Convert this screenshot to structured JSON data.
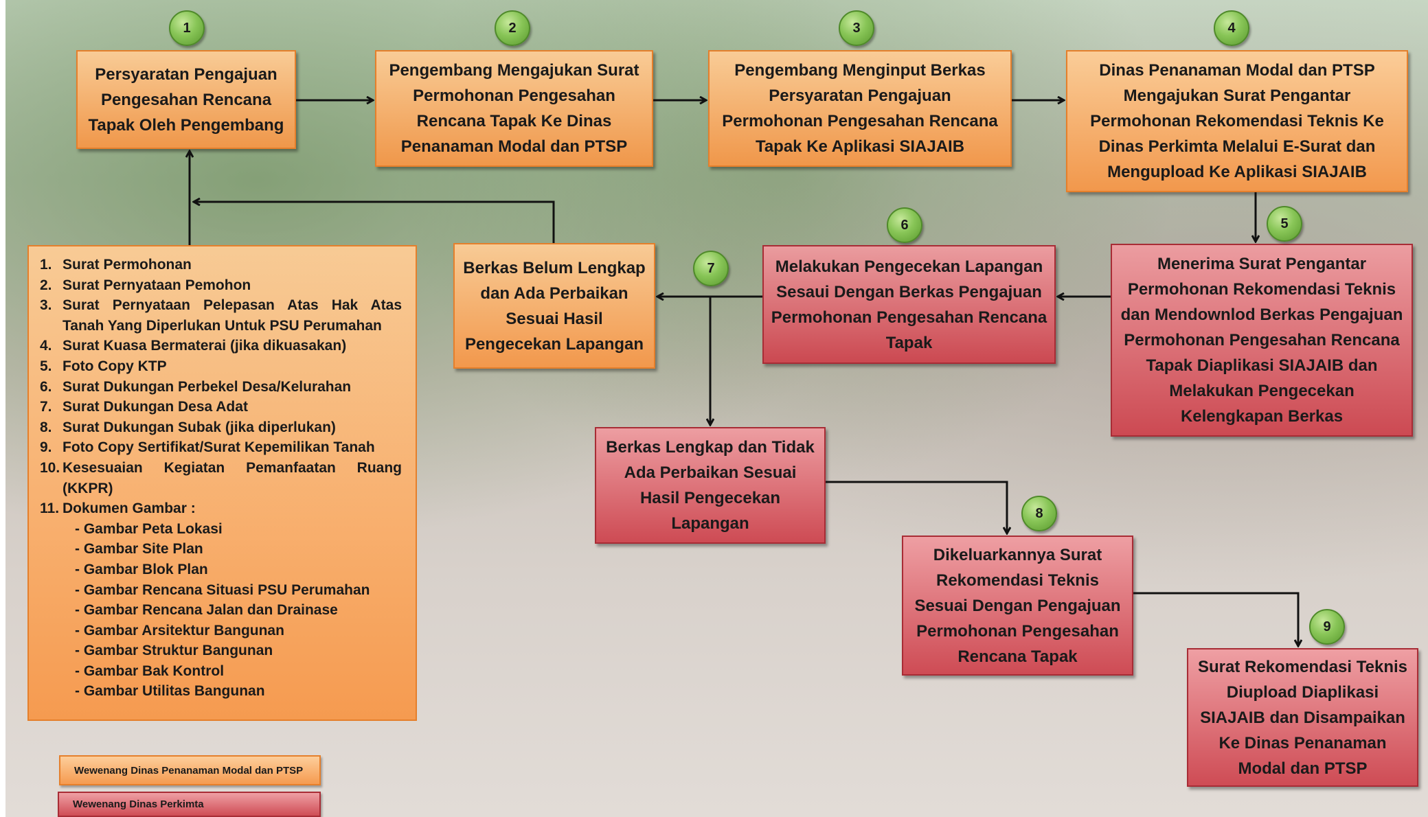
{
  "steps": [
    {
      "number": "1",
      "text": "Persyaratan Pengajuan Pengesahan Rencana Tapak Oleh Pengembang"
    },
    {
      "number": "2",
      "text": "Pengembang Mengajukan Surat Permohonan Pengesahan Rencana Tapak Ke Dinas Penanaman Modal dan PTSP"
    },
    {
      "number": "3",
      "text": "Pengembang Menginput Berkas Persyaratan Pengajuan Permohonan Pengesahan Rencana Tapak Ke Aplikasi SIAJAIB"
    },
    {
      "number": "4",
      "text": "Dinas Penanaman Modal dan PTSP Mengajukan Surat Pengantar Permohonan Rekomendasi Teknis Ke Dinas Perkimta Melalui E-Surat dan Mengupload Ke Aplikasi SIAJAIB"
    },
    {
      "number": "5",
      "text": "Menerima Surat Pengantar Permohonan Rekomendasi Teknis dan Mendownlod Berkas Pengajuan Permohonan Pengesahan Rencana Tapak Diaplikasi SIAJAIB dan Melakukan Pengecekan Kelengkapan Berkas"
    },
    {
      "number": "6",
      "text": "Melakukan Pengecekan Lapangan Sesaui Dengan Berkas Pengajuan Permohonan Pengesahan Rencana Tapak"
    },
    {
      "number": "7",
      "text": ""
    },
    {
      "number": "8",
      "text": "Dikeluarkannya Surat Rekomendasi Teknis Sesuai Dengan Pengajuan Permohonan Pengesahan Rencana Tapak"
    },
    {
      "number": "9",
      "text": "Surat Rekomendasi Teknis Diupload Diaplikasi SIAJAIB dan Disampaikan Ke Dinas Penanaman Modal dan PTSP"
    }
  ],
  "branches": {
    "incomplete": "Berkas Belum Lengkap dan Ada Perbaikan Sesuai Hasil Pengecekan Lapangan",
    "complete": "Berkas Lengkap dan Tidak Ada Perbaikan Sesuai Hasil Pengecekan Lapangan"
  },
  "requirements": {
    "items": [
      {
        "n": "1.",
        "text": "Surat Permohonan"
      },
      {
        "n": "2.",
        "text": "Surat Pernyataan Pemohon"
      },
      {
        "n": "3.",
        "text": "Surat Pernyataan Pelepasan Atas Hak Atas Tanah Yang Diperlukan Untuk PSU Perumahan"
      },
      {
        "n": "4.",
        "text": "Surat Kuasa Bermaterai (jika dikuasakan)"
      },
      {
        "n": "5.",
        "text": "Foto Copy KTP"
      },
      {
        "n": "6.",
        "text": "Surat Dukungan Perbekel Desa/Kelurahan"
      },
      {
        "n": "7.",
        "text": "Surat Dukungan Desa Adat"
      },
      {
        "n": "8.",
        "text": "Surat Dukungan Subak (jika diperlukan)"
      },
      {
        "n": "9.",
        "text": "Foto Copy Sertifikat/Surat Kepemilikan Tanah"
      },
      {
        "n": "10.",
        "text": "Kesesuaian Kegiatan Pemanfaatan Ruang (KKPR)"
      },
      {
        "n": "11.",
        "text": "Dokumen Gambar :"
      }
    ],
    "drawings": [
      "- Gambar Peta Lokasi",
      "- Gambar Site Plan",
      "- Gambar Blok Plan",
      "- Gambar Rencana Situasi PSU Perumahan",
      "- Gambar Rencana Jalan dan Drainase",
      "- Gambar Arsitektur Bangunan",
      "- Gambar Struktur Bangunan",
      "- Gambar Bak Kontrol",
      "- Gambar Utilitas Bangunan"
    ]
  },
  "legend": {
    "orange": "Wewenang Dinas Penanaman Modal dan PTSP",
    "red": "Wewenang Dinas Perkimta"
  },
  "colors": {
    "orange": "#f7964a",
    "red": "#cd414b",
    "badge": "#88c557",
    "arrow": "#111111"
  }
}
